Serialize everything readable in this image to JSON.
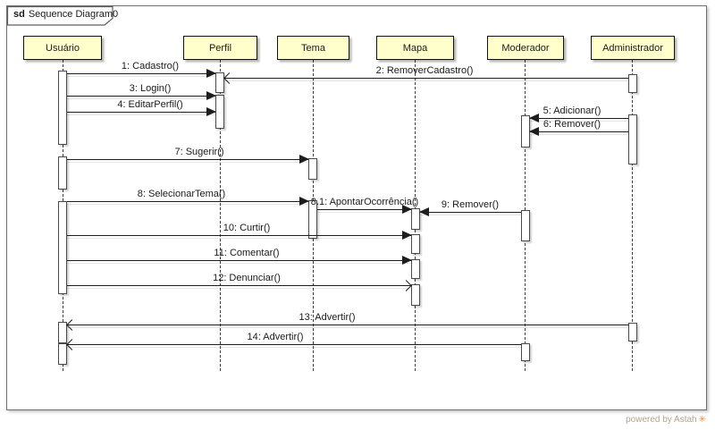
{
  "frame": {
    "keyword": "sd",
    "title": "Sequence Diagram0"
  },
  "lifelines": [
    {
      "name": "Usuário"
    },
    {
      "name": "Perfil"
    },
    {
      "name": "Tema"
    },
    {
      "name": "Mapa"
    },
    {
      "name": "Moderador"
    },
    {
      "name": "Administrador"
    }
  ],
  "messages": [
    {
      "text": "1: Cadastro()",
      "from": "Usuário",
      "to": "Perfil",
      "kind": "sync"
    },
    {
      "text": "2: RemoverCadastro()",
      "from": "Administrador",
      "to": "Perfil",
      "kind": "async"
    },
    {
      "text": "3: Login()",
      "from": "Usuário",
      "to": "Perfil",
      "kind": "sync"
    },
    {
      "text": "4: EditarPerfil()",
      "from": "Usuário",
      "to": "Perfil",
      "kind": "sync"
    },
    {
      "text": "5: Adicionar()",
      "from": "Administrador",
      "to": "Moderador",
      "kind": "sync"
    },
    {
      "text": "6: Remover()",
      "from": "Administrador",
      "to": "Moderador",
      "kind": "sync"
    },
    {
      "text": "7: Sugerir()",
      "from": "Usuário",
      "to": "Tema",
      "kind": "sync"
    },
    {
      "text": "8: SelecionarTema()",
      "from": "Usuário",
      "to": "Tema",
      "kind": "sync"
    },
    {
      "text": "8.1: ApontarOcorrência()",
      "from": "Tema",
      "to": "Mapa",
      "kind": "sync"
    },
    {
      "text": "9: Remover()",
      "from": "Moderador",
      "to": "Mapa",
      "kind": "sync"
    },
    {
      "text": "10: Curtir()",
      "from": "Usuário",
      "to": "Mapa",
      "kind": "sync"
    },
    {
      "text": "11: Comentar()",
      "from": "Usuário",
      "to": "Mapa",
      "kind": "sync"
    },
    {
      "text": "12: Denunciar()",
      "from": "Usuário",
      "to": "Mapa",
      "kind": "async"
    },
    {
      "text": "13: Advertir()",
      "from": "Administrador",
      "to": "Usuário",
      "kind": "async"
    },
    {
      "text": "14: Advertir()",
      "from": "Moderador",
      "to": "Usuário",
      "kind": "async"
    }
  ],
  "footer": {
    "powered_by": "powered by Astah",
    "logo_glyph": "✳"
  },
  "colors": {
    "lifeline_head_fill": "#ffffcc",
    "line": "#1d1d1d",
    "footer_text": "#b3a48e",
    "logo_orange": "#f08c2e"
  }
}
